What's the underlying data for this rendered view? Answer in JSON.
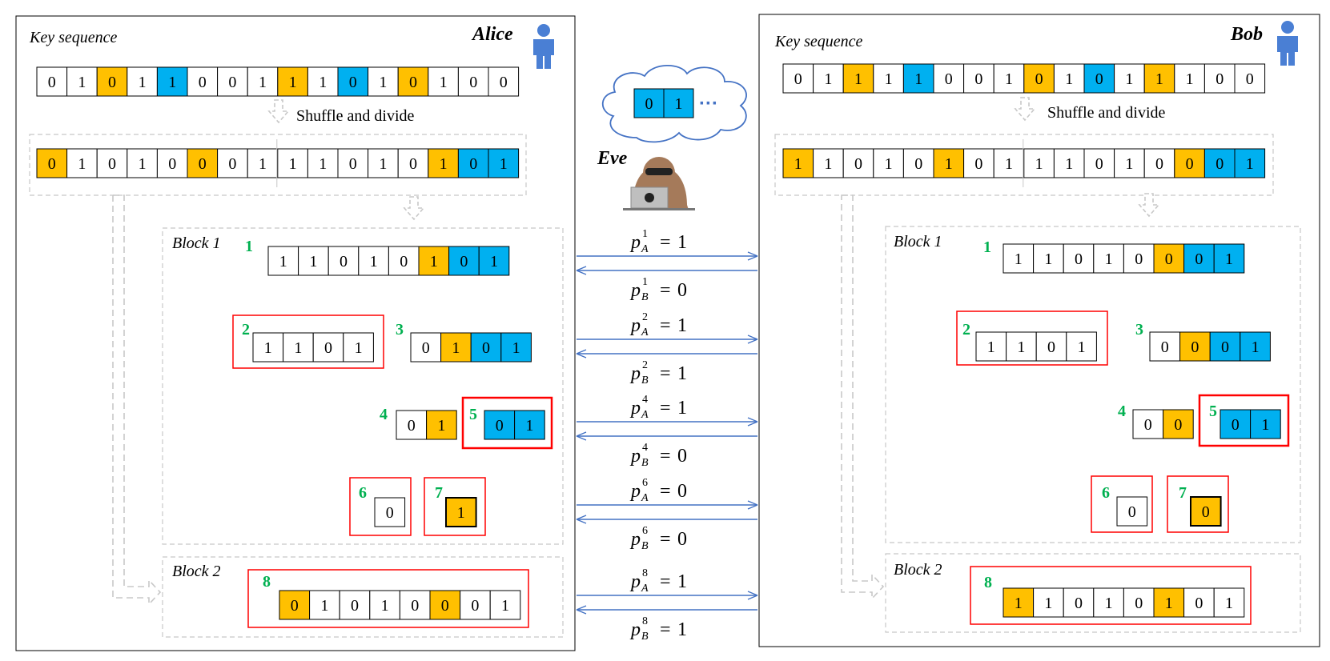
{
  "colors": {
    "white": "#ffffff",
    "orange": "#ffc000",
    "blue": "#00b0f0",
    "green": "#00b050",
    "red": "#ff0000",
    "arrow": "#4472c4",
    "dash": "#c8c8c8",
    "user": "#4a7fd4"
  },
  "icons": {
    "user": "user-icon",
    "eve": "hacker-icon",
    "cloud": "cloud-icon"
  },
  "alice": {
    "name": "Alice",
    "key_label": "Key sequence",
    "shuffle_label": "Shuffle and divide",
    "key_bits": [
      "0",
      "1",
      "0",
      "1",
      "1",
      "0",
      "0",
      "1",
      "1",
      "1",
      "0",
      "1",
      "0",
      "1",
      "0",
      "0"
    ],
    "key_colors": [
      "w",
      "w",
      "o",
      "w",
      "b",
      "w",
      "w",
      "w",
      "o",
      "w",
      "b",
      "w",
      "o",
      "w",
      "w",
      "w"
    ],
    "shuffled_bits": [
      "0",
      "1",
      "0",
      "1",
      "0",
      "0",
      "0",
      "1",
      "1",
      "1",
      "0",
      "1",
      "0",
      "1",
      "0",
      "1"
    ],
    "shuffled_colors": [
      "o",
      "w",
      "w",
      "w",
      "w",
      "o",
      "w",
      "w",
      "w",
      "w",
      "w",
      "w",
      "w",
      "o",
      "b",
      "b"
    ],
    "block1_label": "Block 1",
    "block2_label": "Block 2",
    "segments": [
      {
        "num": "1",
        "bits": [
          "1",
          "1",
          "0",
          "1",
          "0",
          "1",
          "0",
          "1"
        ],
        "colors": [
          "w",
          "w",
          "w",
          "w",
          "w",
          "o",
          "b",
          "b"
        ]
      },
      {
        "num": "2",
        "bits": [
          "1",
          "1",
          "0",
          "1"
        ],
        "colors": [
          "w",
          "w",
          "w",
          "w"
        ]
      },
      {
        "num": "3",
        "bits": [
          "0",
          "1",
          "0",
          "1"
        ],
        "colors": [
          "w",
          "o",
          "b",
          "b"
        ]
      },
      {
        "num": "4",
        "bits": [
          "0",
          "1"
        ],
        "colors": [
          "w",
          "o"
        ]
      },
      {
        "num": "5",
        "bits": [
          "0",
          "1"
        ],
        "colors": [
          "b",
          "b"
        ]
      },
      {
        "num": "6",
        "bits": [
          "0"
        ],
        "colors": [
          "w"
        ]
      },
      {
        "num": "7",
        "bits": [
          "1"
        ],
        "colors": [
          "o"
        ]
      },
      {
        "num": "8",
        "bits": [
          "0",
          "1",
          "0",
          "1",
          "0",
          "0",
          "0",
          "1"
        ],
        "colors": [
          "o",
          "w",
          "w",
          "w",
          "w",
          "o",
          "w",
          "w"
        ]
      }
    ]
  },
  "bob": {
    "name": "Bob",
    "key_label": "Key sequence",
    "shuffle_label": "Shuffle and divide",
    "key_bits": [
      "0",
      "1",
      "1",
      "1",
      "1",
      "0",
      "0",
      "1",
      "0",
      "1",
      "0",
      "1",
      "1",
      "1",
      "0",
      "0"
    ],
    "key_colors": [
      "w",
      "w",
      "o",
      "w",
      "b",
      "w",
      "w",
      "w",
      "o",
      "w",
      "b",
      "w",
      "o",
      "w",
      "w",
      "w"
    ],
    "shuffled_bits": [
      "1",
      "1",
      "0",
      "1",
      "0",
      "1",
      "0",
      "1",
      "1",
      "1",
      "0",
      "1",
      "0",
      "0",
      "0",
      "1"
    ],
    "shuffled_colors": [
      "o",
      "w",
      "w",
      "w",
      "w",
      "o",
      "w",
      "w",
      "w",
      "w",
      "w",
      "w",
      "w",
      "o",
      "b",
      "b"
    ],
    "block1_label": "Block 1",
    "block2_label": "Block 2",
    "segments": [
      {
        "num": "1",
        "bits": [
          "1",
          "1",
          "0",
          "1",
          "0",
          "0",
          "0",
          "1"
        ],
        "colors": [
          "w",
          "w",
          "w",
          "w",
          "w",
          "o",
          "b",
          "b"
        ]
      },
      {
        "num": "2",
        "bits": [
          "1",
          "1",
          "0",
          "1"
        ],
        "colors": [
          "w",
          "w",
          "w",
          "w"
        ]
      },
      {
        "num": "3",
        "bits": [
          "0",
          "0",
          "0",
          "1"
        ],
        "colors": [
          "w",
          "o",
          "b",
          "b"
        ]
      },
      {
        "num": "4",
        "bits": [
          "0",
          "0"
        ],
        "colors": [
          "w",
          "o"
        ]
      },
      {
        "num": "5",
        "bits": [
          "0",
          "1"
        ],
        "colors": [
          "b",
          "b"
        ]
      },
      {
        "num": "6",
        "bits": [
          "0"
        ],
        "colors": [
          "w"
        ]
      },
      {
        "num": "7",
        "bits": [
          "0"
        ],
        "colors": [
          "o"
        ]
      },
      {
        "num": "8",
        "bits": [
          "1",
          "1",
          "0",
          "1",
          "0",
          "1",
          "0",
          "1"
        ],
        "colors": [
          "o",
          "w",
          "w",
          "w",
          "w",
          "o",
          "w",
          "w"
        ]
      }
    ]
  },
  "eve": {
    "name": "Eve",
    "cloud_bits": [
      "0",
      "1"
    ],
    "cloud_colors": [
      "b",
      "b"
    ],
    "ellipsis": "···"
  },
  "parities": [
    {
      "id": "1",
      "a": "1",
      "b": "0"
    },
    {
      "id": "2",
      "a": "1",
      "b": "1"
    },
    {
      "id": "4",
      "a": "1",
      "b": "0"
    },
    {
      "id": "6",
      "a": "0",
      "b": "0"
    },
    {
      "id": "8",
      "a": "1",
      "b": "1"
    }
  ],
  "math": {
    "p": "p",
    "A": "A",
    "B": "B",
    "eq": "="
  }
}
